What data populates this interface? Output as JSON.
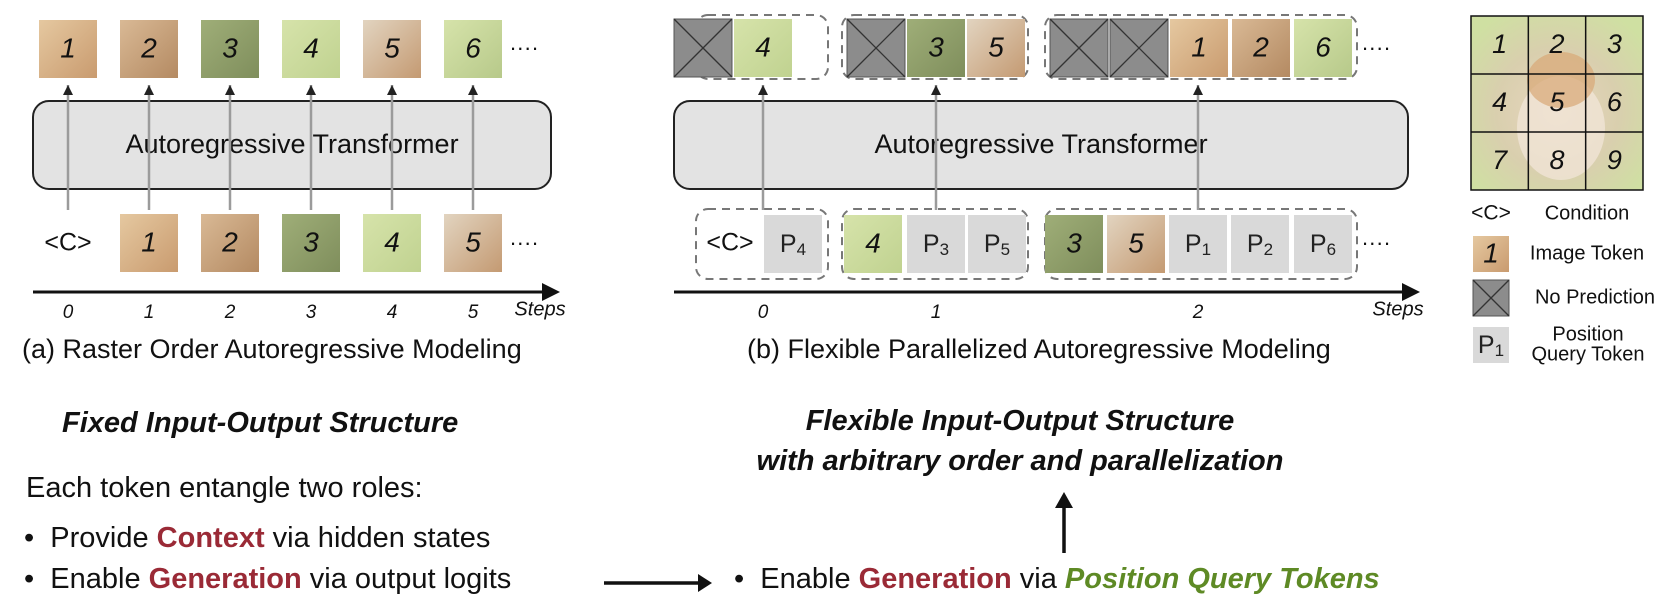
{
  "panel_a": {
    "top_labels": [
      "1",
      "2",
      "3",
      "4",
      "5",
      "6"
    ],
    "bottom_condition": "<C>",
    "bottom_labels": [
      "1",
      "2",
      "3",
      "4",
      "5"
    ],
    "ellipsis": "····",
    "transformer_label": "Autoregressive Transformer",
    "step_labels": [
      "0",
      "1",
      "2",
      "3",
      "4",
      "5"
    ],
    "axis_label": "Steps",
    "caption": "(a) Raster Order Autoregressive Modeling"
  },
  "panel_b": {
    "top_groups": [
      {
        "no_prediction": 1,
        "labels": [
          "4"
        ]
      },
      {
        "no_prediction": 1,
        "labels": [
          "3",
          "5"
        ]
      },
      {
        "no_prediction": 2,
        "labels": [
          "1",
          "2",
          "6"
        ]
      }
    ],
    "bottom_groups": [
      {
        "context": [
          "<C>"
        ],
        "queries": [
          {
            "main": "P",
            "sub": "4"
          }
        ]
      },
      {
        "context": [
          "4"
        ],
        "queries": [
          {
            "main": "P",
            "sub": "3"
          },
          {
            "main": "P",
            "sub": "5"
          }
        ]
      },
      {
        "context": [
          "3",
          "5"
        ],
        "queries": [
          {
            "main": "P",
            "sub": "1"
          },
          {
            "main": "P",
            "sub": "2"
          },
          {
            "main": "P",
            "sub": "6"
          }
        ]
      }
    ],
    "ellipsis": "····",
    "transformer_label": "Autoregressive Transformer",
    "step_labels": [
      "0",
      "1",
      "2"
    ],
    "axis_label": "Steps",
    "caption": "(b) Flexible Parallelized Autoregressive Modeling"
  },
  "legend": {
    "grid_labels": [
      "1",
      "2",
      "3",
      "4",
      "5",
      "6",
      "7",
      "8",
      "9"
    ],
    "condition_symbol": "<C>",
    "condition_label": "Condition",
    "image_token_symbol": "1",
    "image_token_label": "Image Token",
    "no_prediction_label": "No Prediction",
    "query_symbol_main": "P",
    "query_symbol_sub": "1",
    "query_label_line1": "Position",
    "query_label_line2": "Query Token"
  },
  "left_text": {
    "subtitle": "Fixed Input-Output Structure",
    "intro": "Each token entangle two roles:",
    "bullet_char": "•",
    "bullet1_pre": "Provide ",
    "bullet1_highlight": "Context",
    "bullet1_post": " via hidden states",
    "bullet2_pre": "Enable ",
    "bullet2_highlight": "Generation",
    "bullet2_post": " via output logits"
  },
  "right_text": {
    "subtitle_line1": "Flexible Input-Output Structure",
    "subtitle_line2": "with arbitrary order and parallelization",
    "bullet_char": "•",
    "bullet_pre": "Enable ",
    "bullet_highlight": "Generation",
    "bullet_mid": " via ",
    "bullet_green": "Position Query Tokens"
  },
  "colors": {
    "highlight_red": "#9a2a36",
    "highlight_green": "#5e8a25",
    "transformer_fill": "#e3e3e3",
    "query_token_fill": "#d9d9d9",
    "no_prediction_fill": "#8c8c8c",
    "arrow_gray": "#9b9b9b"
  }
}
